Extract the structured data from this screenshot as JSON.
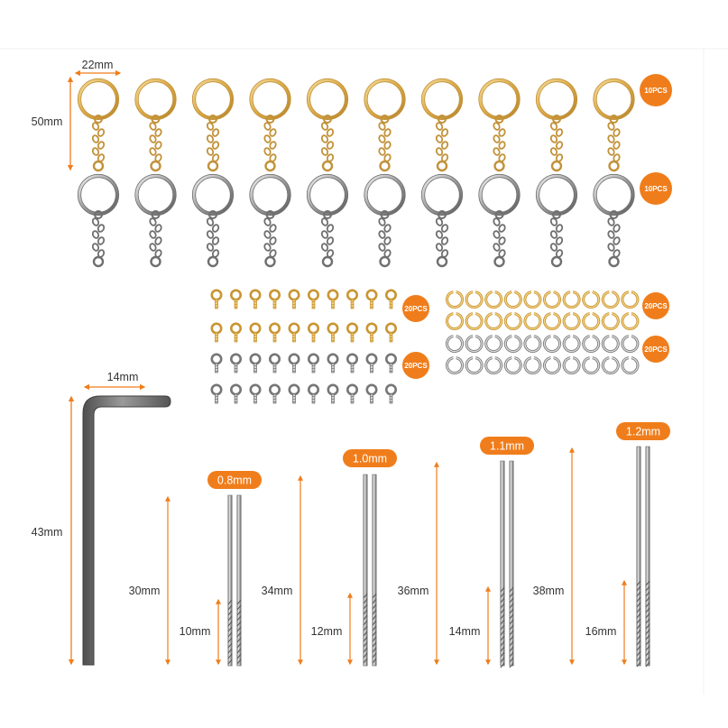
{
  "colors": {
    "accent": "#f07d1b",
    "gold": "#dcae4e",
    "gold_light": "#f3d58a",
    "silver": "#8e8e8e",
    "silver_light": "#d9d9d9",
    "wrench": "#6d6d6d",
    "text": "#333333"
  },
  "keychains": {
    "width_label": "22mm",
    "height_label": "50mm",
    "gold": {
      "count_label": "10PCS",
      "count": 10,
      "finish": "gold"
    },
    "silver": {
      "count_label": "10PCS",
      "count": 10,
      "finish": "silver"
    }
  },
  "screw_eyes": {
    "gold": {
      "count_label": "20PCS",
      "count": 20
    },
    "silver": {
      "count_label": "20PCS",
      "count": 20
    }
  },
  "jump_rings": {
    "gold": {
      "count_label": "20PCS",
      "count": 20
    },
    "silver": {
      "count_label": "20PCS",
      "count": 20
    }
  },
  "hex_wrench": {
    "width_label": "14mm",
    "height_label": "43mm"
  },
  "drill_bits": [
    {
      "size_label": "0.8mm",
      "length_label": "30mm",
      "flute_label": "10mm"
    },
    {
      "size_label": "1.0mm",
      "length_label": "34mm",
      "flute_label": "12mm"
    },
    {
      "size_label": "1.1mm",
      "length_label": "36mm",
      "flute_label": "14mm"
    },
    {
      "size_label": "1.2mm",
      "length_label": "38mm",
      "flute_label": "16mm"
    }
  ]
}
